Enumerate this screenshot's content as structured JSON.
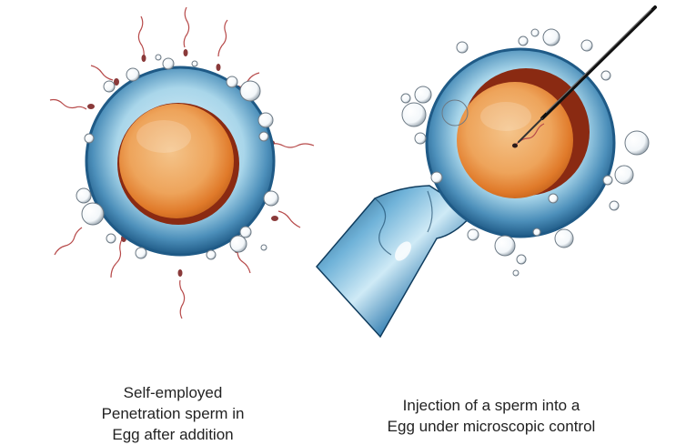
{
  "captions": {
    "left": [
      "Self-employed",
      "Penetration sperm in",
      "Egg after addition"
    ],
    "right": [
      "Injection of a sperm into a",
      "Egg under microscopic control"
    ]
  },
  "colors": {
    "background": "#ffffff",
    "zona_outer": "#1f5a86",
    "zona_inner": "#a9d6ea",
    "cytoplasm_outer": "#e07a2a",
    "cytoplasm_inner": "#f0b873",
    "nucleus_shadow": "#8a2a12",
    "sperm": "#b74a4a",
    "pipette": "#1f5f8c",
    "needle": "#111111",
    "text": "#222222"
  }
}
